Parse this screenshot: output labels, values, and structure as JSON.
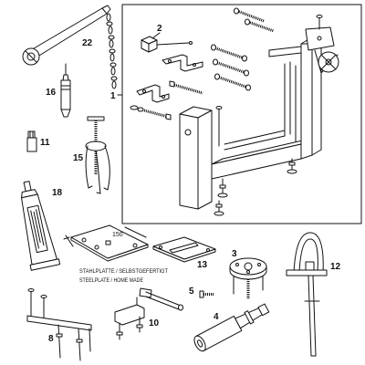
{
  "diagram": {
    "background": "#ffffff",
    "line_color": "#111111"
  },
  "callouts": {
    "p1": "1",
    "p2": "2",
    "p3": "3",
    "p4": "4",
    "p5": "5",
    "p8": "8",
    "p10": "10",
    "p11": "11",
    "p12": "12",
    "p13": "13",
    "p15": "15",
    "p16": "16",
    "p18": "18",
    "p22": "22"
  },
  "steelplate": {
    "dimension": "150",
    "note_de": "STAHLPLATTE / SELBSTGEFERTIGT",
    "note_en": "STEELPLATE / HOME MADE"
  }
}
